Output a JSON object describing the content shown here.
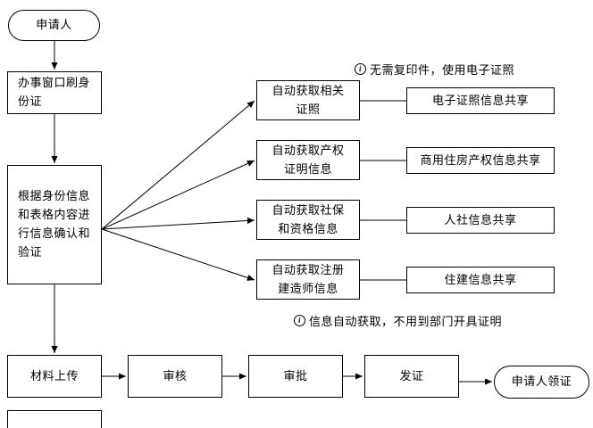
{
  "diagram": {
    "nodes": {
      "applicant": "申请人",
      "window_id": "办事窗口刷身份证",
      "verify": "根据身份信息和表格内容进行信息确认和验证",
      "auto_cert": "自动获取相关证照",
      "auto_property": "自动获取产权证明信息",
      "auto_social": "自动获取社保和资格信息",
      "auto_builder": "自动获取注册建造师信息",
      "share_ecert": "电子证照信息共享",
      "share_property": "商用住房产权信息共享",
      "share_social": "人社信息共享",
      "share_housing": "住建信息共享",
      "upload": "材料上传",
      "review": "审核",
      "approve": "审批",
      "issue": "发证",
      "receive": "申请人领证"
    },
    "notes": {
      "icon_glyph": "i",
      "ecert": "无需复印件，使用电子证照",
      "autofetch": "信息自动获取，不用到部门开具证明"
    },
    "colors": {
      "line": "#000000",
      "box_border": "#000000",
      "box_fill": "#ffffff",
      "text": "#000000",
      "background": "#ffffff"
    }
  }
}
